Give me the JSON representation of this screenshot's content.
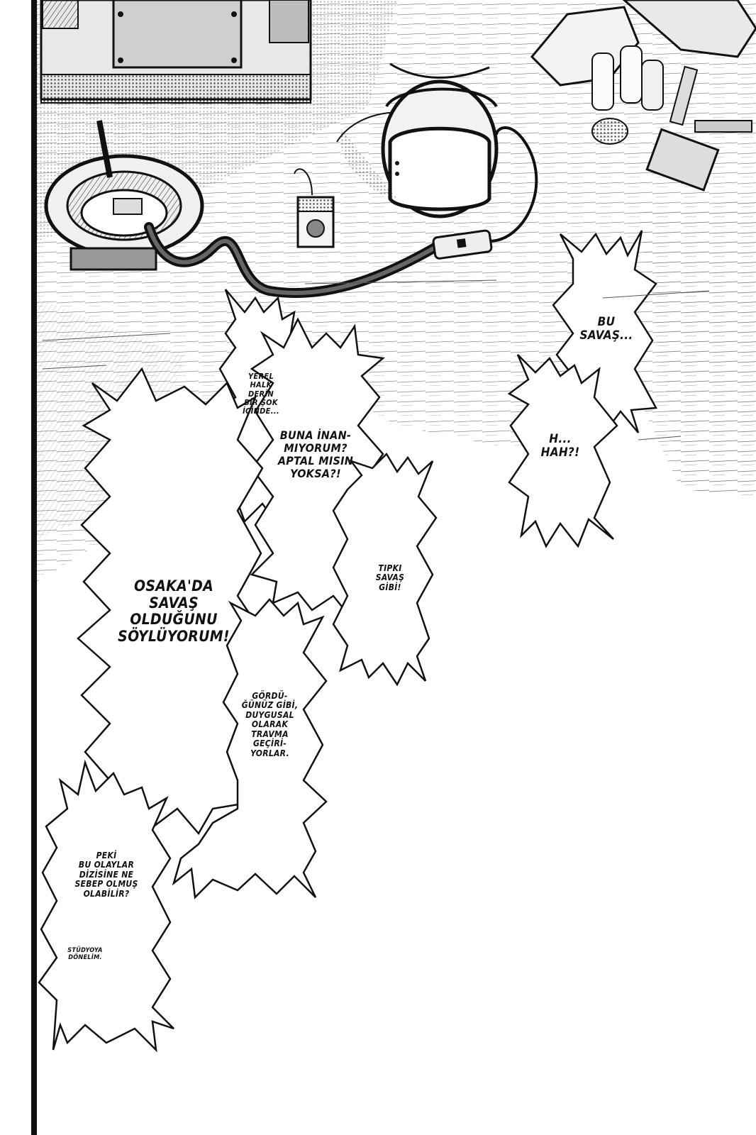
{
  "page": {
    "background": "#ffffff",
    "ink": "#111111"
  },
  "illustration": {
    "objects": [
      "machine-icon",
      "cable-reel-icon",
      "television-icon",
      "power-strip-icon",
      "speaker-icon",
      "snack-bags-icon",
      "bottles-icon",
      "cable-icon"
    ]
  },
  "bubbles": {
    "b1": {
      "text": "BU\nSAVAŞ..."
    },
    "b2": {
      "text": "H...\nHAH?!"
    },
    "b3": {
      "text": "YEREL\nHALK\nDERİN\nBİR ŞOK\nİÇİNDE..."
    },
    "b4": {
      "text": "BUNA İNAN-\nMIYORUM?\nAPTAL MISIN\nYOKSA?!"
    },
    "b5": {
      "text": "TIPKI\nSAVAŞ\nGİBİ!"
    },
    "b6": {
      "text": "OSAKA'DA\nSAVAŞ OLDUĞUNU\nSÖYLÜYORUM!"
    },
    "b7": {
      "text": "GÖRDÜ-\nĞÜNÜZ GİBİ,\nDUYGUSAL\nOLARAK\nTRAVMA\nGEÇİRİ-\nYORLAR."
    },
    "b8": {
      "text": "PEKİ\nBU OLAYLAR\nDİZİSİNE NE\nSEBEP OLMUŞ\nOLABİLİR?"
    },
    "b9": {
      "text": "STÜDYOYA\nDÖNELİM."
    }
  }
}
